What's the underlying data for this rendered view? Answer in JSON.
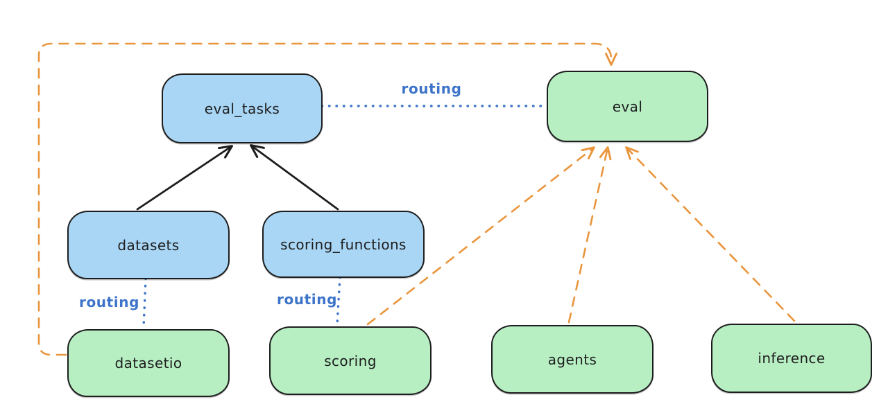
{
  "diagram": {
    "background": "#ffffff",
    "colors": {
      "node_stroke": "#1d1d1d",
      "blue_node_fill": "#a9d6f5",
      "green_node_fill": "#b7efc3",
      "routing_label_blue": "#3d74ca",
      "dashed_arrow_orange": "#e9953c",
      "solid_arrow_black": "#1d1d1d"
    },
    "nodes": [
      {
        "id": "eval_tasks",
        "label": "eval_tasks",
        "color": "blue"
      },
      {
        "id": "eval",
        "label": "eval",
        "color": "green"
      },
      {
        "id": "datasets",
        "label": "datasets",
        "color": "blue"
      },
      {
        "id": "scoring_functions",
        "label": "scoring_functions",
        "color": "blue"
      },
      {
        "id": "datasetio",
        "label": "datasetio",
        "color": "green"
      },
      {
        "id": "scoring",
        "label": "scoring",
        "color": "green"
      },
      {
        "id": "agents",
        "label": "agents",
        "color": "green"
      },
      {
        "id": "inference",
        "label": "inference",
        "color": "green"
      }
    ],
    "edges": [
      {
        "from": "datasets",
        "to": "eval_tasks",
        "style": "solid-black-arrow",
        "label": ""
      },
      {
        "from": "scoring_functions",
        "to": "eval_tasks",
        "style": "solid-black-arrow",
        "label": ""
      },
      {
        "from": "eval_tasks",
        "to": "eval",
        "style": "dotted-blue",
        "label": "routing"
      },
      {
        "from": "datasets",
        "to": "datasetio",
        "style": "dotted-blue",
        "label": "routing"
      },
      {
        "from": "scoring_functions",
        "to": "scoring",
        "style": "dotted-blue",
        "label": "routing"
      },
      {
        "from": "datasetio",
        "to": "eval",
        "style": "dashed-orange-arrow",
        "label": ""
      },
      {
        "from": "scoring",
        "to": "eval",
        "style": "dashed-orange-arrow",
        "label": ""
      },
      {
        "from": "agents",
        "to": "eval",
        "style": "dashed-orange-arrow",
        "label": ""
      },
      {
        "from": "inference",
        "to": "eval",
        "style": "dashed-orange-arrow",
        "label": ""
      }
    ]
  }
}
